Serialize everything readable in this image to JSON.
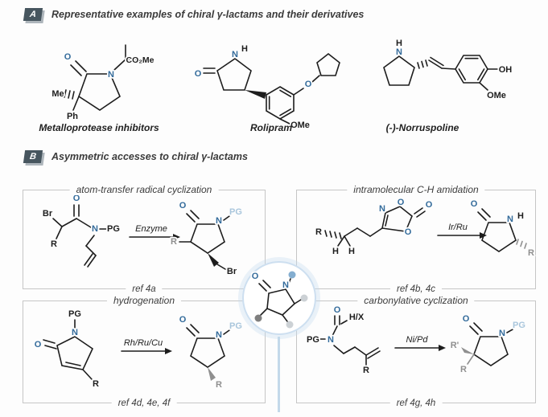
{
  "panelA": {
    "label": "A",
    "title": "Representative examples of chiral γ-lactams and their derivatives",
    "compounds": [
      {
        "name": "Metalloprotease inhibitors",
        "atoms": {
          "o": "O",
          "n": "N",
          "ester": "CO₂Me",
          "me": "Me",
          "ph": "Ph"
        }
      },
      {
        "name": "Rolipram",
        "atoms": {
          "o": "O",
          "n": "N",
          "h": "H",
          "o2": "O",
          "ome": "OMe"
        }
      },
      {
        "name": "(-)-Norruspoline",
        "atoms": {
          "n": "N",
          "h": "H",
          "oh": "OH",
          "ome": "OMe"
        }
      }
    ]
  },
  "panelB": {
    "label": "B",
    "title": "Asymmetric accesses to chiral γ-lactams",
    "reactions": [
      {
        "title": "atom-transfer radical cyclization",
        "reagent": "Enzyme",
        "ref": "ref 4a",
        "sm": {
          "br": "Br",
          "o": "O",
          "r": "R",
          "n": "N",
          "pg": "PG"
        },
        "prod": {
          "o": "O",
          "n": "N",
          "pg": "PG",
          "r": "R",
          "br": "Br"
        }
      },
      {
        "title": "intramolecular C-H amidation",
        "reagent": "Ir/Ru",
        "ref": "ref 4b, 4c",
        "sm": {
          "r": "R",
          "h1": "H",
          "h2": "H",
          "n": "N",
          "o1": "O",
          "o4": "O",
          "oexo": "O"
        },
        "prod": {
          "o": "O",
          "n": "N",
          "h": "H",
          "r": "R"
        }
      },
      {
        "title": "hydrogenation",
        "reagent": "Rh/Ru/Cu",
        "ref": "ref 4d, 4e, 4f",
        "sm": {
          "pg": "PG",
          "n": "N",
          "o": "O",
          "r": "R"
        },
        "prod": {
          "o": "O",
          "n": "N",
          "pg": "PG",
          "r": "R"
        }
      },
      {
        "title": "carbonylative cyclization",
        "reagent": "Ni/Pd",
        "ref": "ref 4g, 4h",
        "sm": {
          "o": "O",
          "hx": "H/X",
          "pg": "PG",
          "n": "N",
          "r": "R"
        },
        "prod": {
          "o": "O",
          "n": "N",
          "pg": "PG",
          "r1": "R'",
          "r": "R"
        }
      }
    ]
  },
  "core": {
    "o": "O",
    "n": "N"
  },
  "colors": {
    "heteroatom": "#336b9b",
    "pg_light": "#a9c6dc",
    "substituent_gray": "#8f8f8f",
    "line": "#1d1d1d",
    "accent_light_blue": "#c3d9ea",
    "panel_tag_bg": "#47565f"
  }
}
